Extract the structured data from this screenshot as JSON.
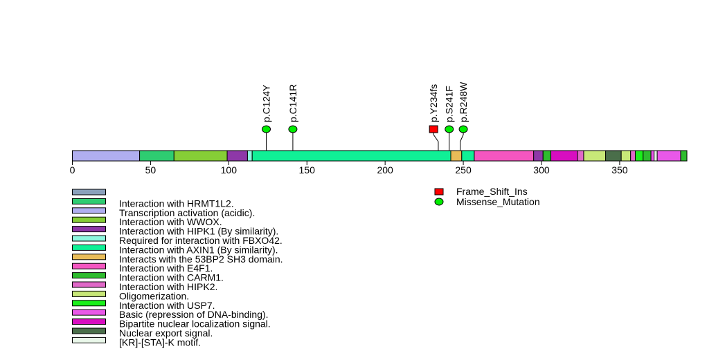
{
  "chart_data": {
    "type": "lollipop",
    "protein_length": 393,
    "xlim": [
      0,
      393
    ],
    "xticks": [
      0,
      50,
      100,
      150,
      200,
      250,
      300,
      350
    ],
    "domains": [
      {
        "start": 0,
        "end": 43,
        "color": "#b0aef0"
      },
      {
        "start": 43,
        "end": 65,
        "color": "#2ecc71"
      },
      {
        "start": 65,
        "end": 99,
        "color": "#86ce36"
      },
      {
        "start": 99,
        "end": 112,
        "color": "#8e38a8"
      },
      {
        "start": 112,
        "end": 115,
        "color": "#8ef8e0"
      },
      {
        "start": 115,
        "end": 242,
        "color": "#10f096"
      },
      {
        "start": 242,
        "end": 249,
        "color": "#e8bc58"
      },
      {
        "start": 249,
        "end": 257,
        "color": "#10f096"
      },
      {
        "start": 257,
        "end": 295,
        "color": "#f456c0"
      },
      {
        "start": 295,
        "end": 301,
        "color": "#8e38a8"
      },
      {
        "start": 301,
        "end": 306,
        "color": "#2ebc2e"
      },
      {
        "start": 306,
        "end": 323,
        "color": "#d80ec0"
      },
      {
        "start": 323,
        "end": 327,
        "color": "#e068c8"
      },
      {
        "start": 327,
        "end": 341,
        "color": "#c8e878"
      },
      {
        "start": 341,
        "end": 351,
        "color": "#4a6e4a"
      },
      {
        "start": 351,
        "end": 357,
        "color": "#c8e878"
      },
      {
        "start": 357,
        "end": 360,
        "color": "#e068c8"
      },
      {
        "start": 360,
        "end": 365,
        "color": "#1af01a"
      },
      {
        "start": 365,
        "end": 370,
        "color": "#2ebc2e"
      },
      {
        "start": 370,
        "end": 372,
        "color": "#e858e8"
      },
      {
        "start": 372,
        "end": 374,
        "color": "#eaf8ea"
      },
      {
        "start": 374,
        "end": 389,
        "color": "#e858e8"
      },
      {
        "start": 389,
        "end": 393,
        "color": "#2ebc2e"
      }
    ],
    "mutations": [
      {
        "label": "p.C124Y",
        "pos": 124,
        "marker_pos": 124,
        "type": "Missense_Mutation"
      },
      {
        "label": "p.C141R",
        "pos": 141,
        "marker_pos": 141,
        "type": "Missense_Mutation"
      },
      {
        "label": "p.Y234fs",
        "pos": 234,
        "marker_pos": 231,
        "type": "Frame_Shift_Ins"
      },
      {
        "label": "p.S241F",
        "pos": 241,
        "marker_pos": 241,
        "type": "Missense_Mutation"
      },
      {
        "label": "p.R248W",
        "pos": 248,
        "marker_pos": 250,
        "type": "Missense_Mutation"
      }
    ],
    "mutation_legend": [
      {
        "label": "Frame_Shift_Ins",
        "color": "#ff0000",
        "shape": "square"
      },
      {
        "label": "Missense_Mutation",
        "color": "#00ee00",
        "shape": "circle"
      }
    ],
    "domain_legend": [
      {
        "label": "",
        "color": "#8aa0bb"
      },
      {
        "label": "Interaction with HRMT1L2.",
        "color": "#2ecc71"
      },
      {
        "label": "Transcription activation (acidic).",
        "color": "#b0aef0"
      },
      {
        "label": "Interaction with WWOX.",
        "color": "#86ce36"
      },
      {
        "label": "Interaction with HIPK1 (By similarity).",
        "color": "#8e38a8"
      },
      {
        "label": "Required for interaction with FBXO42.",
        "color": "#8ef8e0"
      },
      {
        "label": "Interaction with AXIN1 (By similarity).",
        "color": "#10f096"
      },
      {
        "label": "Interacts with the 53BP2 SH3 domain.",
        "color": "#e8bc58"
      },
      {
        "label": "Interaction with E4F1.",
        "color": "#f456c0"
      },
      {
        "label": "Interaction with CARM1.",
        "color": "#2ebc2e"
      },
      {
        "label": "Interaction with HIPK2.",
        "color": "#e068c8"
      },
      {
        "label": "Oligomerization.",
        "color": "#c8e878"
      },
      {
        "label": "Interaction with USP7.",
        "color": "#1af01a"
      },
      {
        "label": "Basic (repression of DNA-binding).",
        "color": "#e858e8"
      },
      {
        "label": "Bipartite nuclear localization signal.",
        "color": "#d80ec0"
      },
      {
        "label": "Nuclear export signal.",
        "color": "#4a6e4a"
      },
      {
        "label": "[KR]-[STA]-K motif.",
        "color": "#eaf8ea"
      }
    ]
  }
}
